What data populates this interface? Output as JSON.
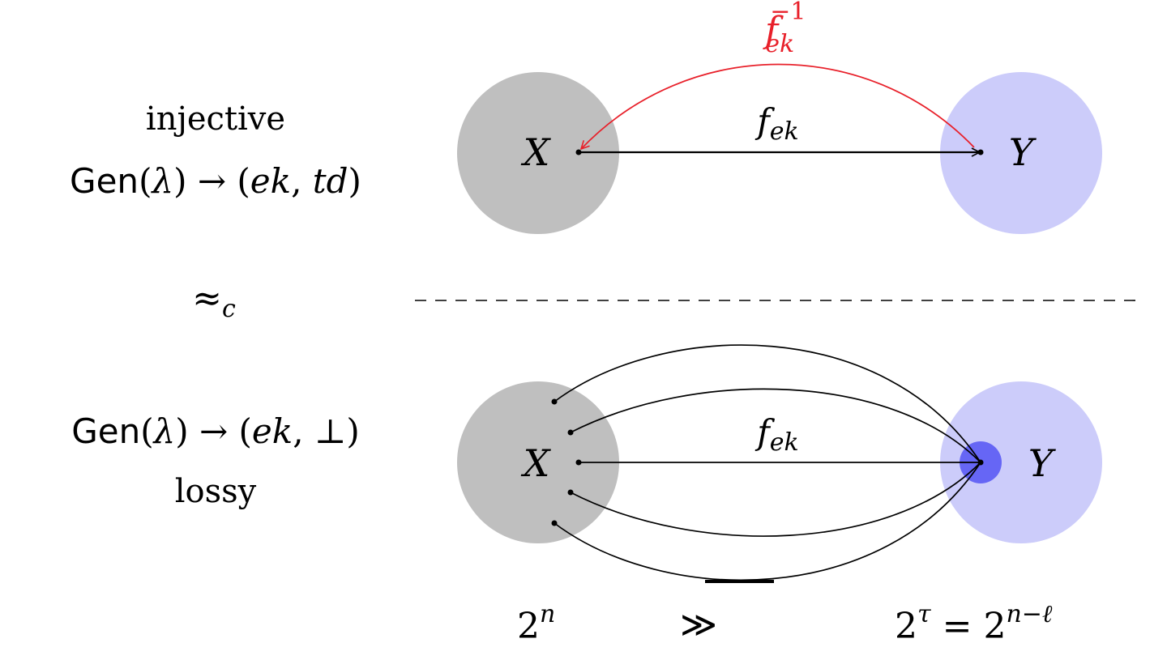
{
  "colors": {
    "domain_fill": "#bfbfbf",
    "range_fill": "#ccccfa",
    "image_fill": "#6666f5",
    "inverse_stroke": "#e8202a",
    "stroke": "#000000",
    "text": "#000000"
  },
  "injective": {
    "mode_label": "injective",
    "gen_name": "Gen",
    "gen_open": "(",
    "gen_param": "λ",
    "gen_close": ")",
    "arrow": " → ",
    "output_open": "(",
    "output_ek": "ek",
    "output_sep": ", ",
    "output_td": "td",
    "output_close": ")",
    "domain_label": "X",
    "range_label": "Y",
    "function_base": "f",
    "function_sub": "ek",
    "inverse_base": "f",
    "inverse_sub": "ek",
    "inverse_sup": "−1"
  },
  "separator": {
    "relation_symbol": "≈",
    "relation_sub": "c"
  },
  "lossy": {
    "mode_label": "lossy",
    "gen_name": "Gen",
    "gen_open": "(",
    "gen_param": "λ",
    "gen_close": ")",
    "arrow": " → ",
    "output_open": "(",
    "output_ek": "ek",
    "output_sep": ", ",
    "output_bottom": "⊥",
    "output_close": ")",
    "domain_label": "X",
    "range_label": "Y",
    "function_base": "f",
    "function_sub": "ek"
  },
  "cardinality": {
    "domain_base": "2",
    "domain_exp": "n",
    "comparison": "≫",
    "range_base": "2",
    "range_exp": "τ",
    "equals": " = ",
    "range_base2": "2",
    "range_exp2": "n−ℓ"
  }
}
